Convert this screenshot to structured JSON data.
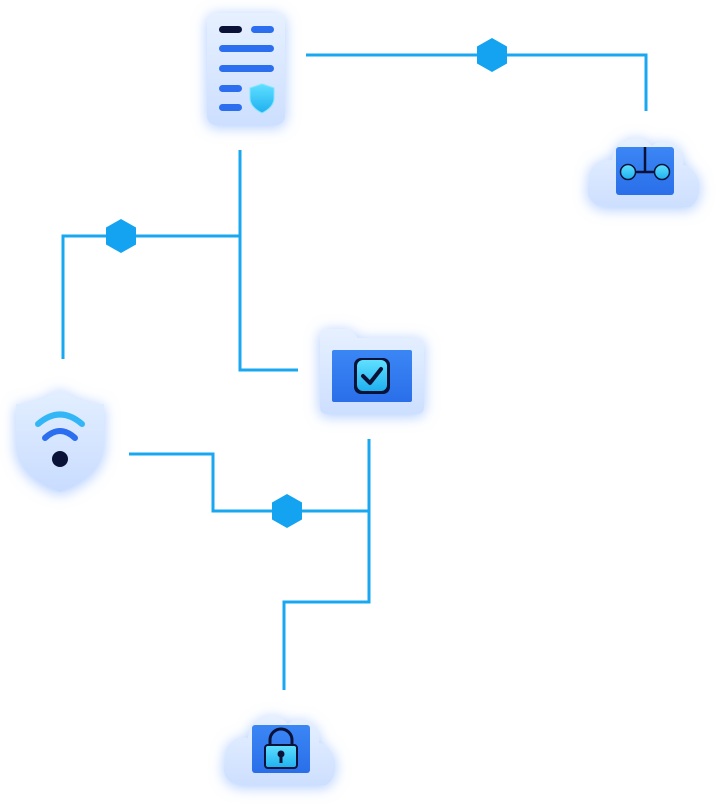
{
  "nodes": [
    {
      "id": "document",
      "icon": "secure-document-icon"
    },
    {
      "id": "network-cloud",
      "icon": "cloud-network-icon"
    },
    {
      "id": "folder",
      "icon": "checked-folder-icon"
    },
    {
      "id": "wifi-shield",
      "icon": "wifi-shield-icon"
    },
    {
      "id": "lock-cloud",
      "icon": "cloud-lock-icon"
    }
  ],
  "connectors": [
    {
      "from": "document",
      "to": "network-cloud",
      "marker": "hexagon"
    },
    {
      "from": "document",
      "to": "wifi-shield",
      "marker": "hexagon"
    },
    {
      "from": "document",
      "to": "folder",
      "marker": "none"
    },
    {
      "from": "wifi-shield",
      "to": "folder",
      "marker": "hexagon"
    },
    {
      "from": "folder",
      "to": "lock-cloud",
      "marker": "none"
    }
  ],
  "colors": {
    "line": "#1aa7f2",
    "hexagon": "#13a3f1",
    "tile_fill": "#d6e7ff",
    "tile_glow": "#9fc6ff",
    "accent_blue": "#2b6ff0",
    "panel_blue": "#2f7cf2",
    "dark": "#0b1238",
    "cyan": "#35c8f5"
  }
}
